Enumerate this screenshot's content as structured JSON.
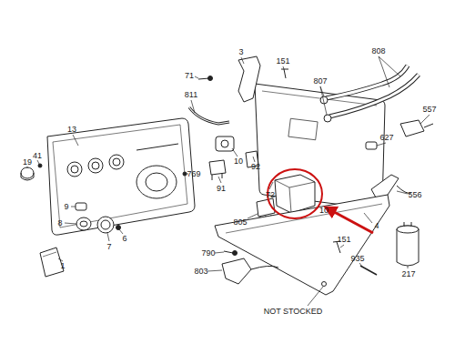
{
  "diagram": {
    "labels": [
      "3",
      "151",
      "71",
      "808",
      "807",
      "811",
      "557",
      "13",
      "627",
      "10",
      "92",
      "41",
      "19",
      "769",
      "91",
      "72",
      "556",
      "805",
      "10",
      "9",
      "8",
      "4",
      "6",
      "7",
      "151",
      "790",
      "935",
      "803",
      "1",
      "217",
      "NOT STOCKED"
    ]
  }
}
